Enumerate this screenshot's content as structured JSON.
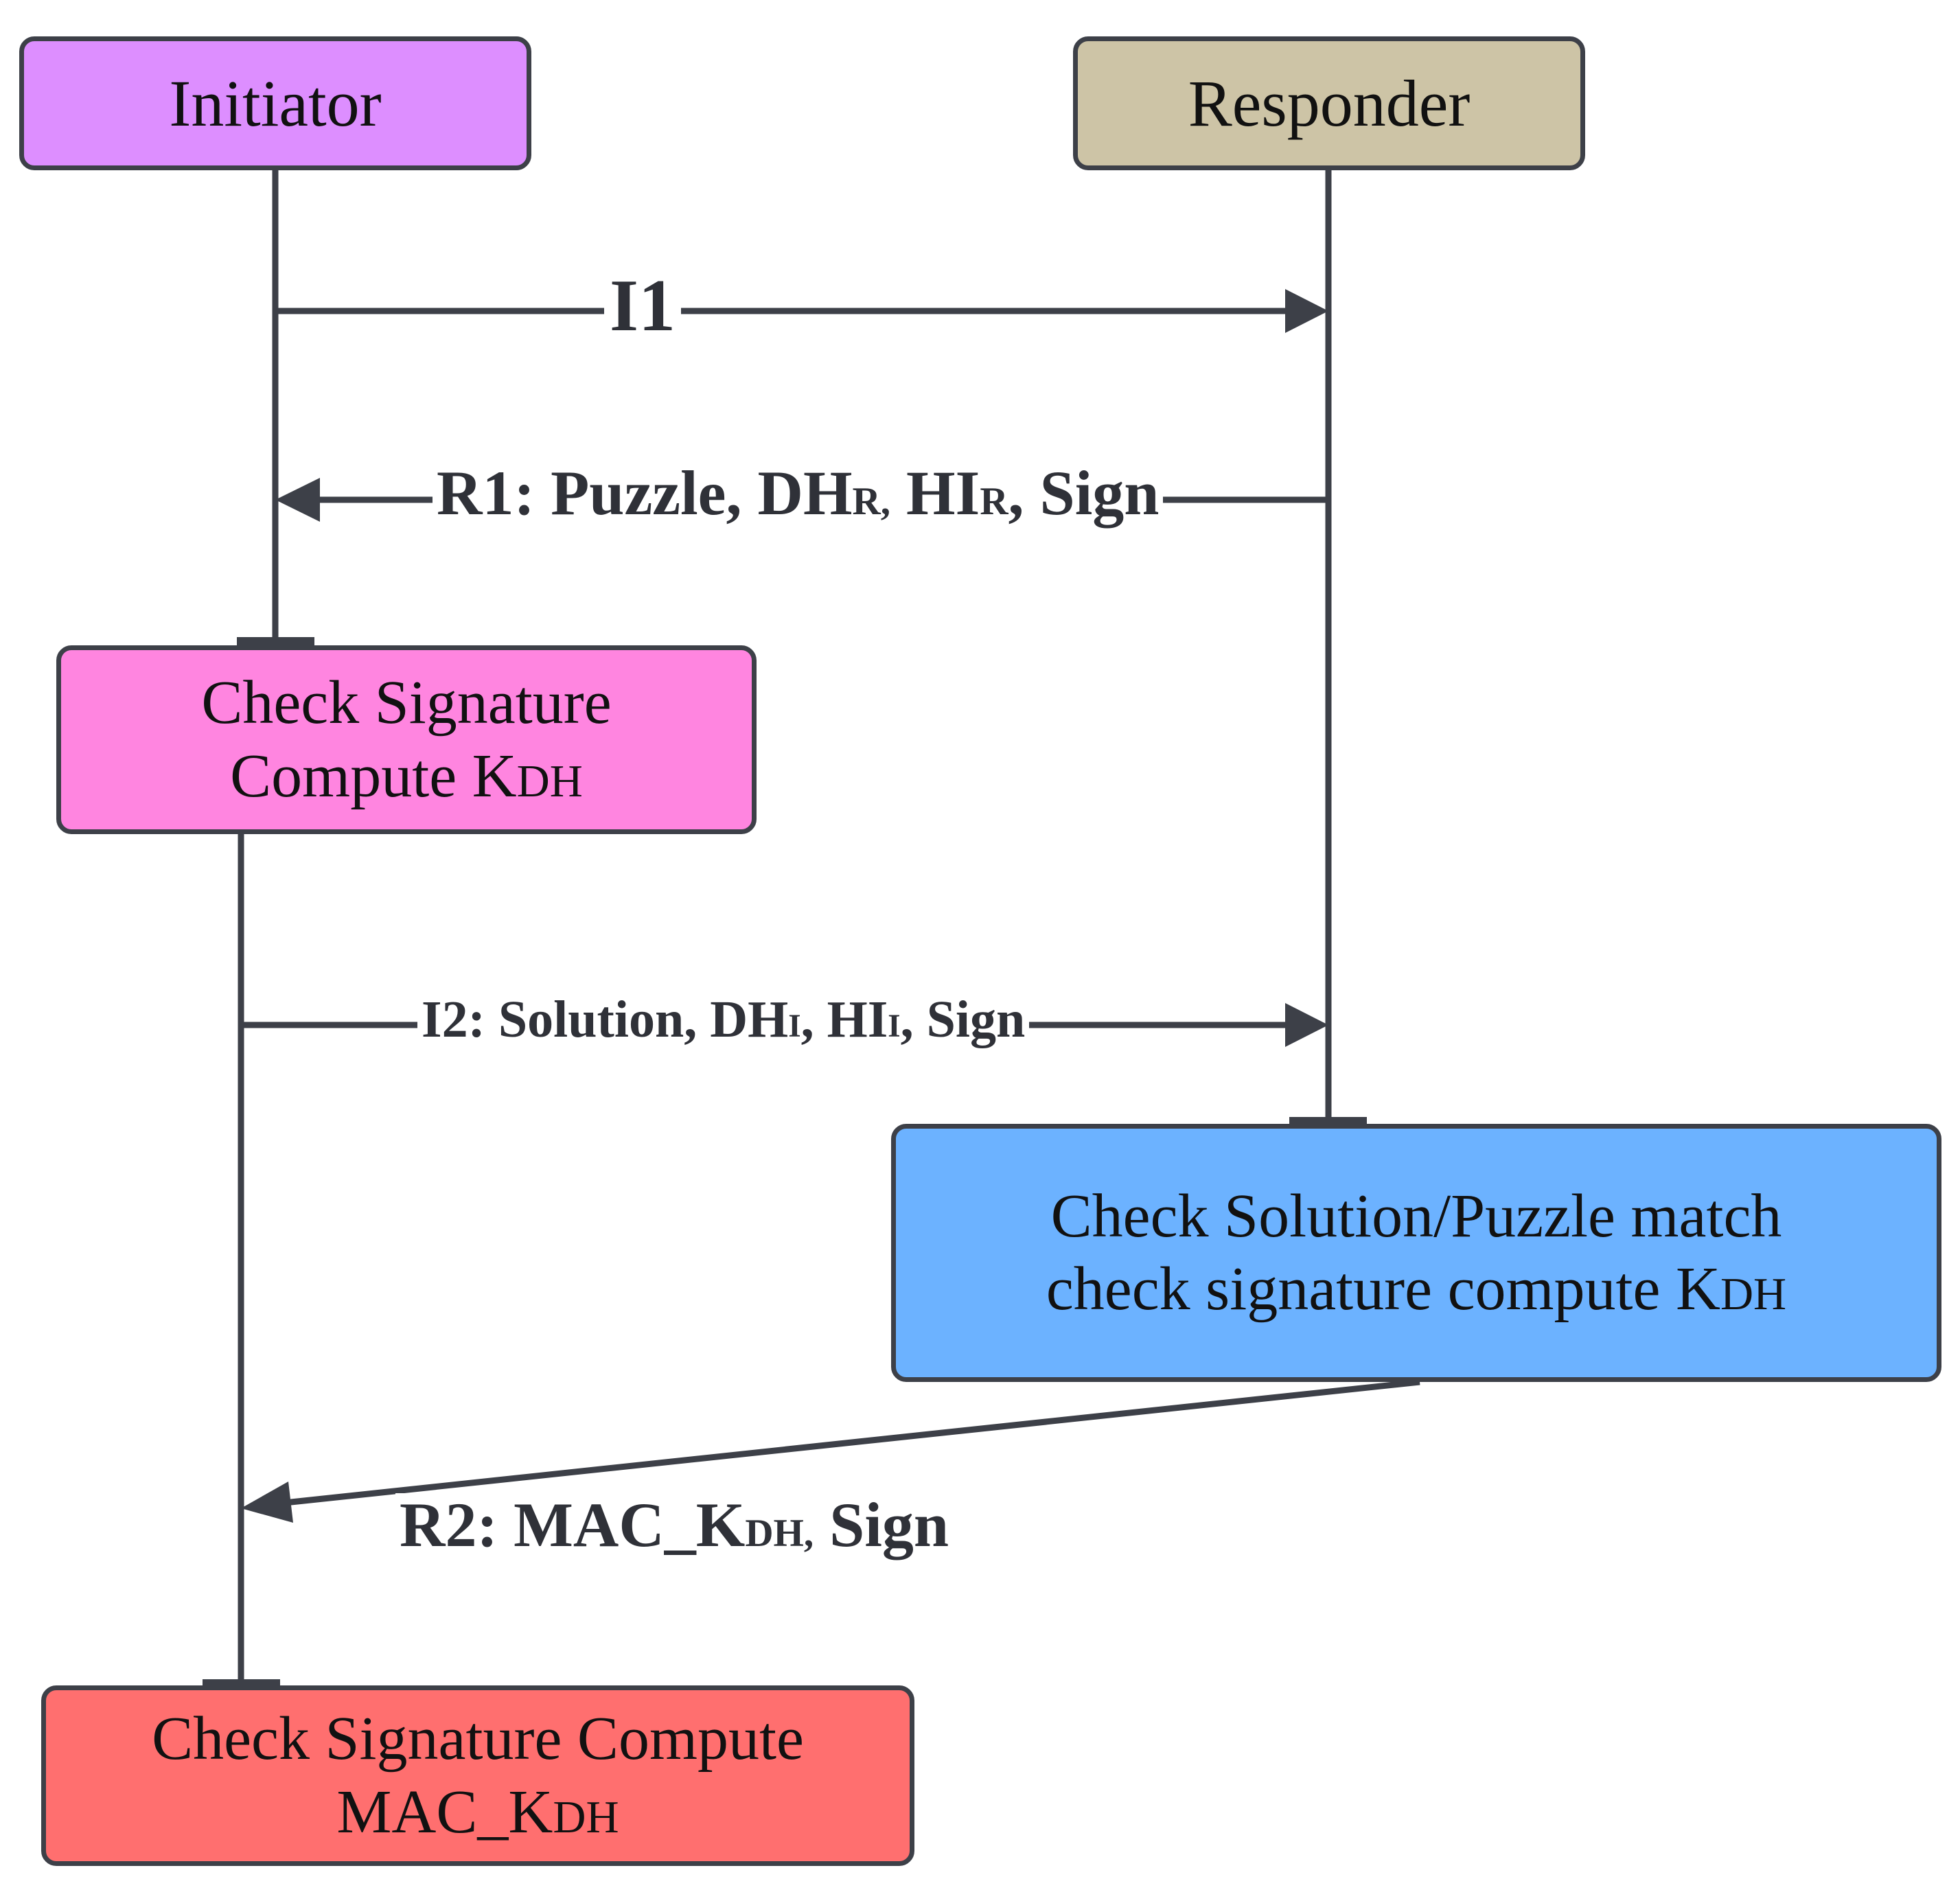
{
  "participants": {
    "initiator": {
      "label": "Initiator",
      "fill": "#dd8eff"
    },
    "responder": {
      "label": "Responder",
      "fill": "#cdc4a6"
    }
  },
  "process_boxes": {
    "initiator_check": {
      "line1": "Check Signature",
      "line2_main": "Compute K",
      "line2_sub": "DH",
      "fill": "#ff85e0"
    },
    "responder_check": {
      "line1": "Check Solution/Puzzle match",
      "line2_main": "check signature compute K",
      "line2_sub": "DH",
      "fill": "#6cb2ff"
    },
    "final_check": {
      "line1": "Check Signature Compute",
      "line2_main": "MAC_K",
      "line2_sub": "DH",
      "fill": "#ff6f6f"
    }
  },
  "messages": {
    "i1": {
      "label": "I1"
    },
    "r1": {
      "part1": "R1: Puzzle, DH",
      "sub1": "R,",
      "part2": " HI",
      "sub2": "R",
      "part3": ", Sign"
    },
    "i2": {
      "part1": "I2: Solution, DH",
      "sub1": "i",
      "part2": ", HI",
      "sub2": "i",
      "part3": ", Sign"
    },
    "r2": {
      "part1": "R2: MAC_K",
      "sub1": "DH,",
      "part2": " Sign"
    }
  },
  "colors": {
    "line": "#3d4048",
    "text": "#111111"
  }
}
